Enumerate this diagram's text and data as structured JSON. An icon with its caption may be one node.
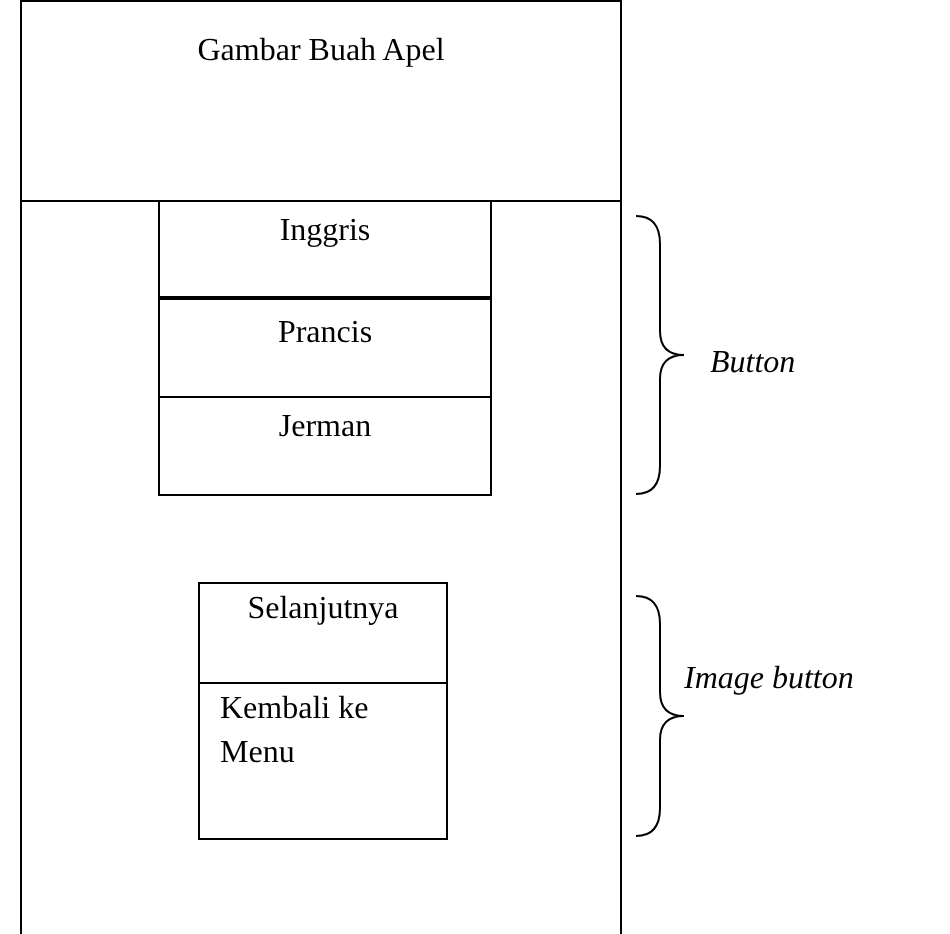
{
  "diagram": {
    "nodes": [
      {
        "text": [
          "Gambar Buah Apel"
        ]
      },
      {
        "text": [],
        "shape": "box"
      },
      {
        "text": [
          "Inggris"
        ],
        "in": 1
      },
      {
        "text": [
          "Prancis"
        ],
        "in": 1
      },
      {
        "text": [
          "Jerman"
        ],
        "in": 1
      },
      {
        "text": [
          "Selanjutnya"
        ],
        "in": 1
      },
      {
        "text": [
          "Kembali ke Menu"
        ],
        "in": 1
      }
    ],
    "edges": [],
    "labels": [
      "Button",
      "Image button"
    ]
  }
}
